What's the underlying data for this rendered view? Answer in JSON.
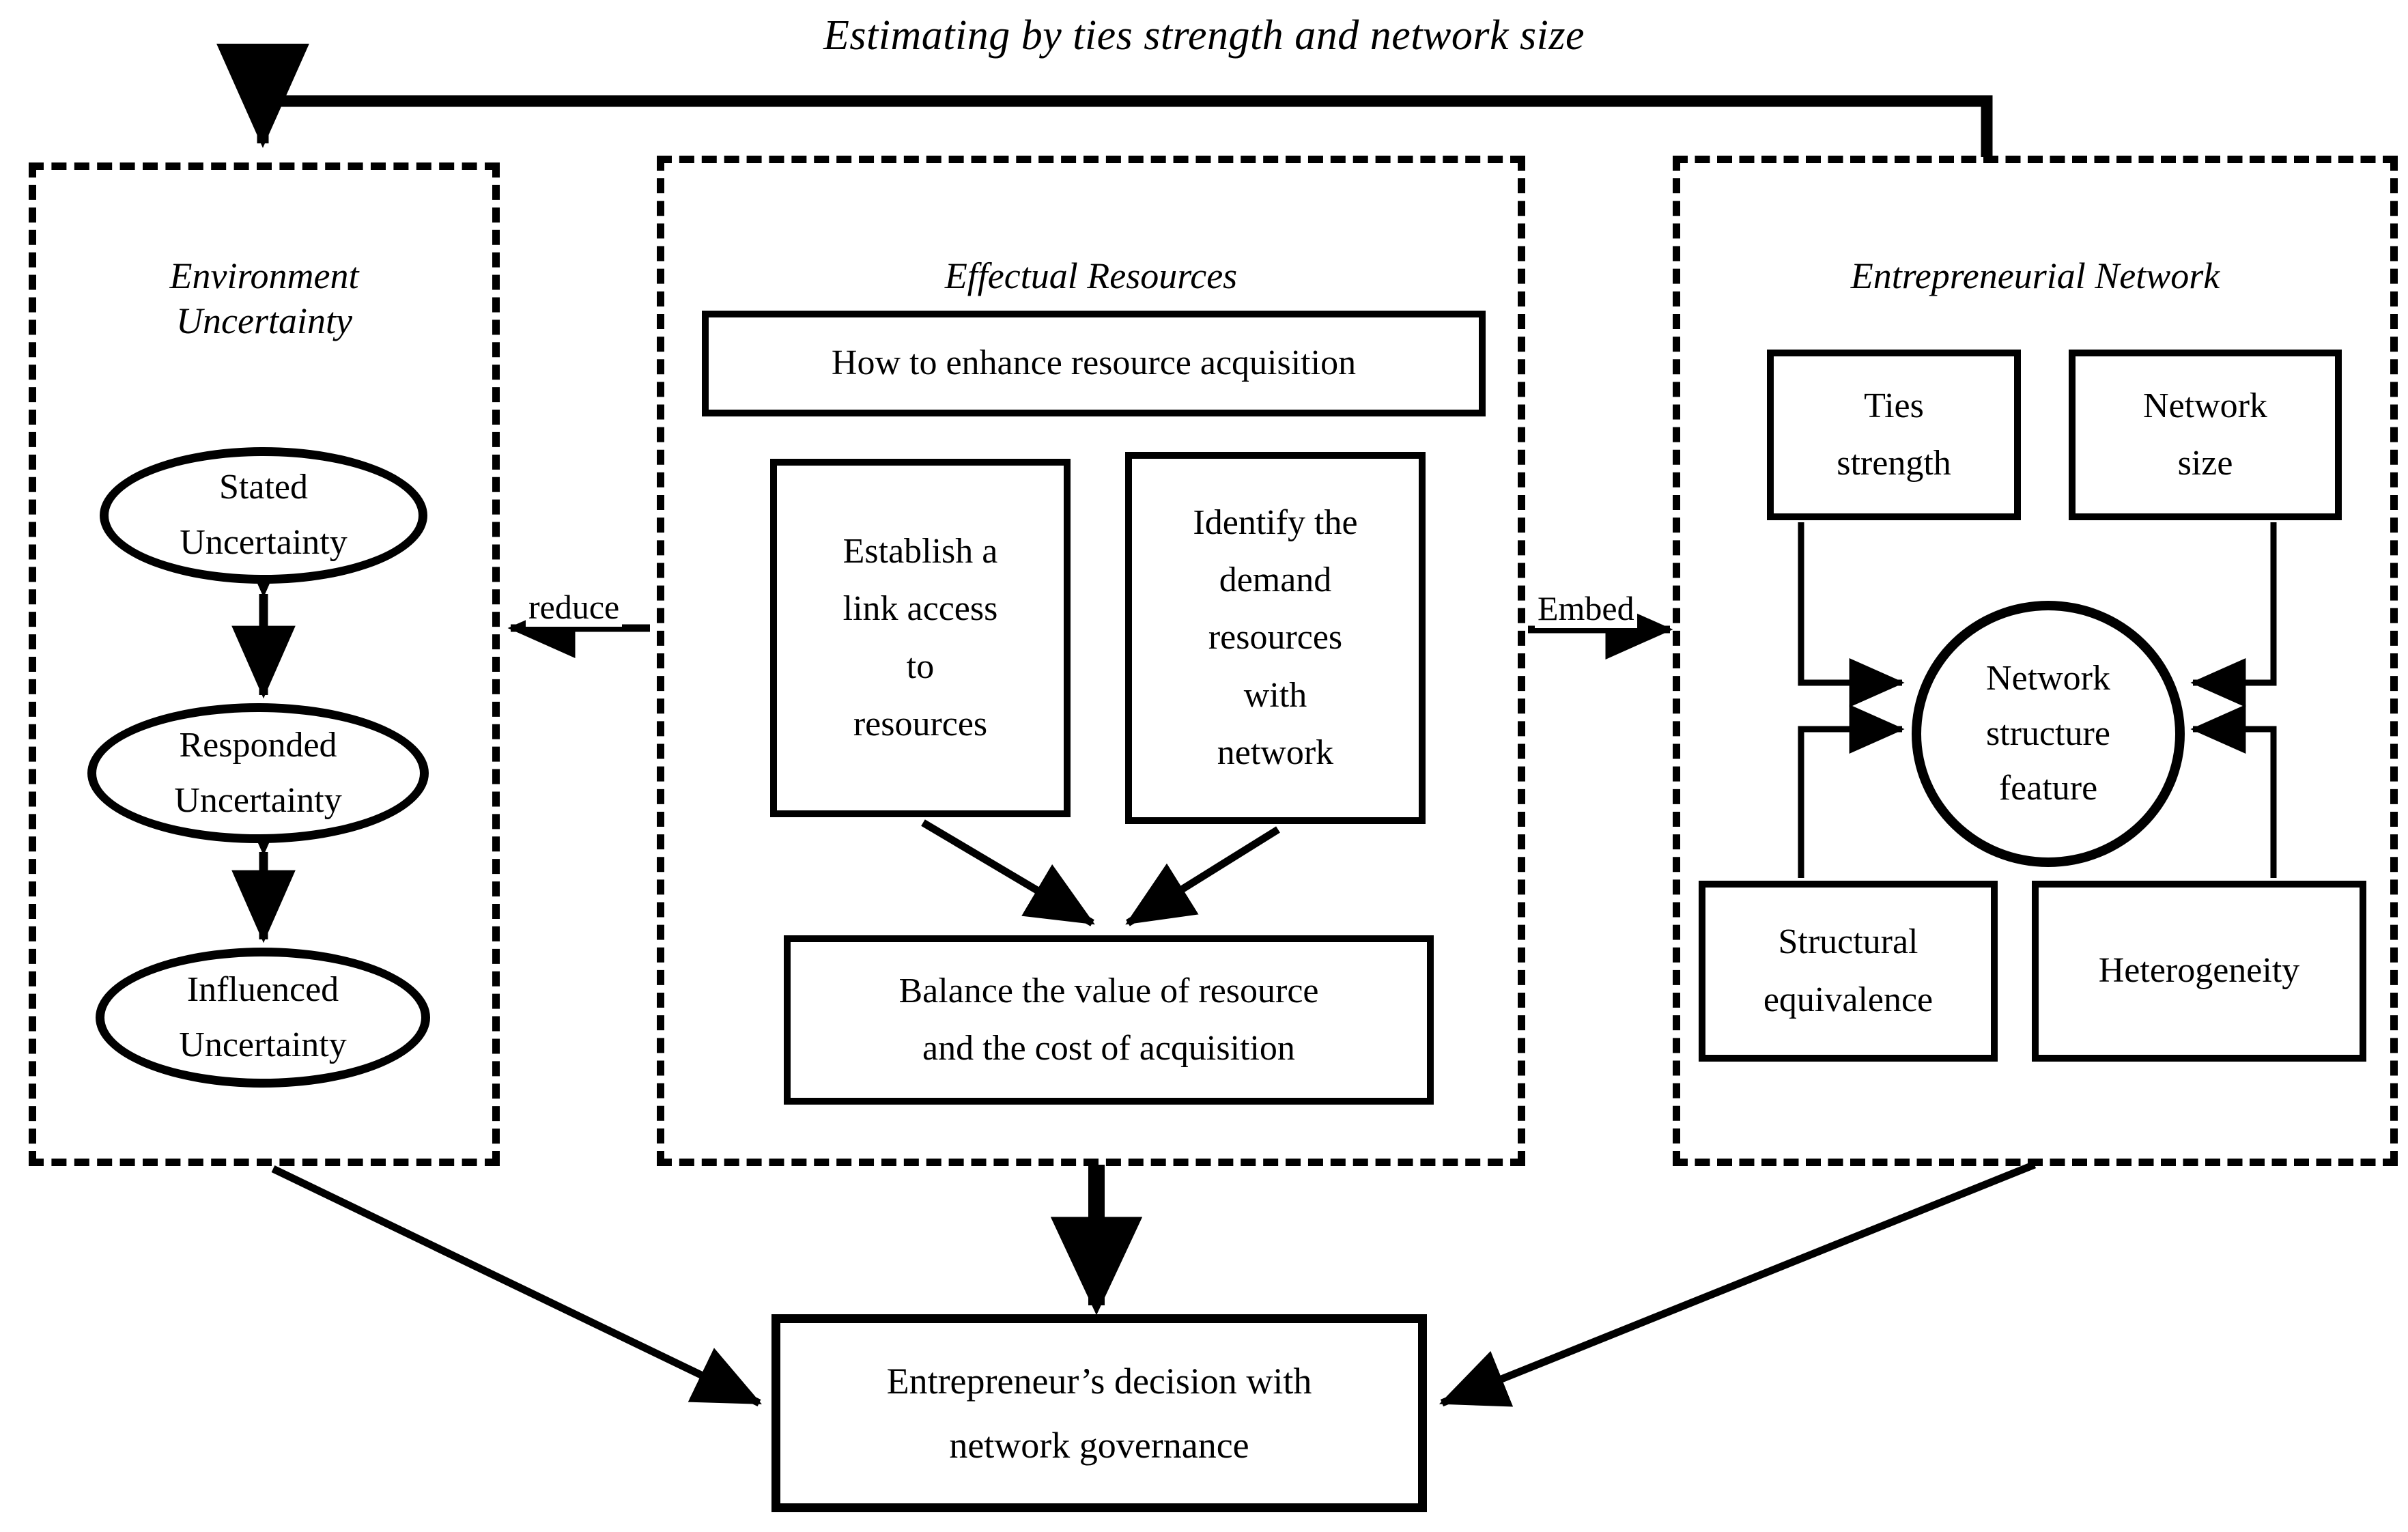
{
  "caption": "Estimating by ties strength and network size",
  "panels": {
    "environment": {
      "title": "Environment\nUncertainty",
      "title_line1": "Environment",
      "title_line2": "Uncertainty",
      "nodes": [
        {
          "id": "stated",
          "label_line1": "Stated",
          "label_line2": "Uncertainty"
        },
        {
          "id": "responded",
          "label_line1": "Responded",
          "label_line2": "Uncertainty"
        },
        {
          "id": "influenced",
          "label_line1": "Influenced",
          "label_line2": "Uncertainty"
        }
      ]
    },
    "effectual": {
      "title": "Effectual Resources",
      "header_box": "How to enhance resource acquisition",
      "boxes": [
        {
          "id": "establish",
          "lines": [
            "Establish a",
            "link access",
            "to",
            "resources"
          ]
        },
        {
          "id": "identify",
          "lines": [
            "Identify the",
            "demand",
            "resources",
            "with",
            "network"
          ]
        }
      ],
      "result_box": {
        "line1": "Balance the value of resource",
        "line2": "and the cost of acquisition"
      }
    },
    "network": {
      "title": "Entrepreneurial Network",
      "boxes": [
        {
          "id": "ties",
          "line1": "Ties",
          "line2": "strength"
        },
        {
          "id": "size",
          "line1": "Network",
          "line2": "size"
        },
        {
          "id": "structeq",
          "line1": "Structural",
          "line2": "equivalence"
        },
        {
          "id": "hetero",
          "line1": "Heterogeneity",
          "line2": ""
        }
      ],
      "center": {
        "line1": "Network",
        "line2": "structure",
        "line3": "feature"
      }
    }
  },
  "edges": {
    "reduce": "reduce",
    "embed": "Embed"
  },
  "decision": {
    "line1": "Entrepreneur’s decision with",
    "line2": "network governance"
  },
  "colors": {
    "stroke": "#000000",
    "background": "#ffffff"
  }
}
